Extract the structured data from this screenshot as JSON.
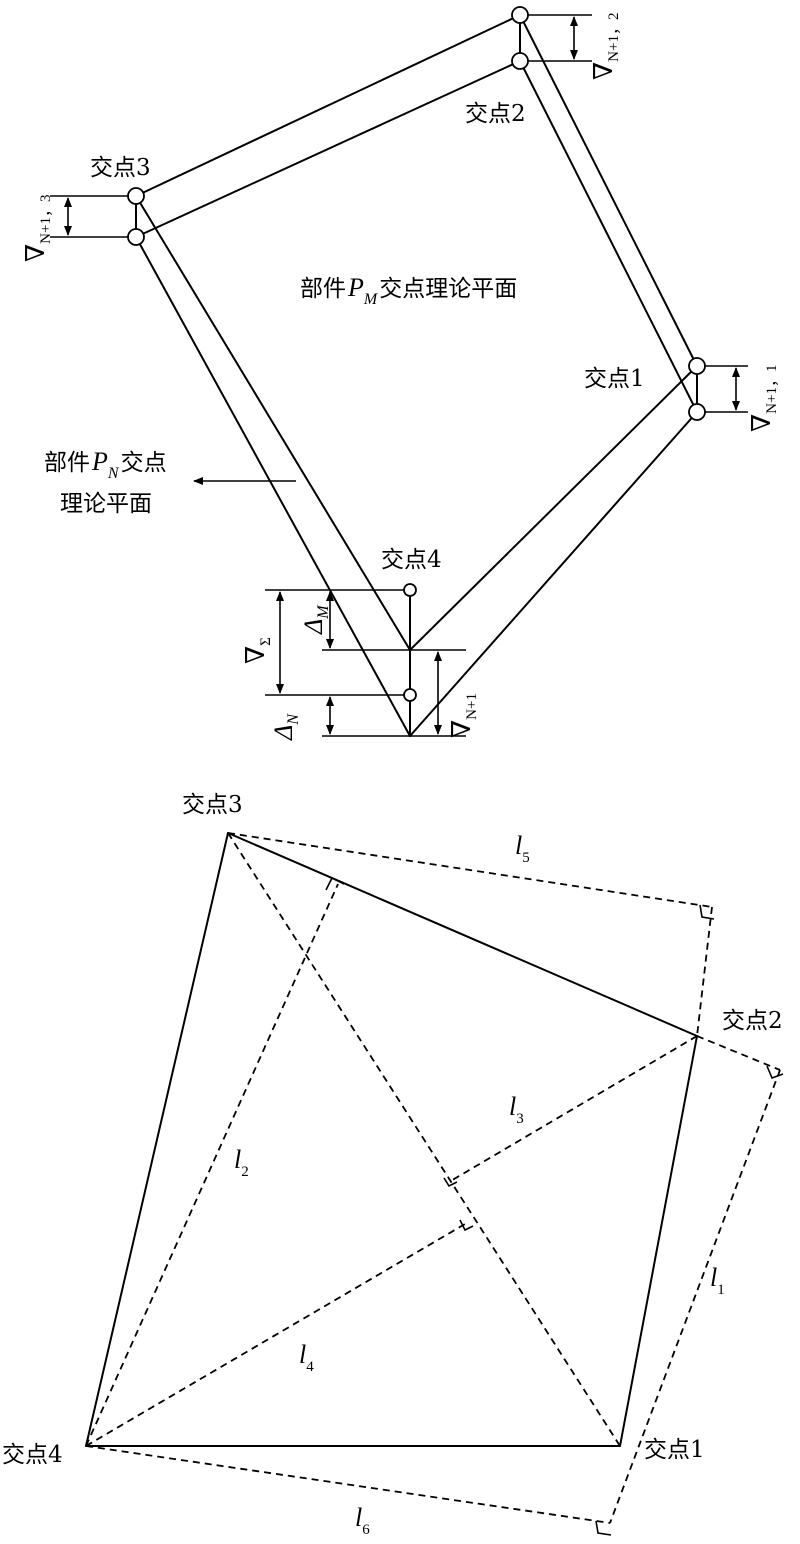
{
  "top_figure": {
    "nodes": {
      "node1": "交点1",
      "node2": "交点2",
      "node3": "交点3",
      "node4": "交点4"
    },
    "plane_M": {
      "prefix": "部件",
      "symbol": "P",
      "subscript": "M",
      "suffix": "交点理论平面"
    },
    "plane_N": {
      "prefix": "部件",
      "symbol": "P",
      "subscript": "N",
      "suffix": "交点",
      "line2": "理论平面"
    },
    "tolerances": {
      "t_n1_1": {
        "symbol": "∇",
        "subscript": "N+1，1"
      },
      "t_n1_2": {
        "symbol": "∇",
        "subscript": "N+1，2"
      },
      "t_n1_3": {
        "symbol": "∇",
        "subscript": "N+1，3"
      },
      "t_sigma": {
        "symbol": "∇",
        "subscript": "Σ"
      },
      "delta_M": {
        "symbol": "Δ",
        "subscript": "M"
      },
      "delta_N": {
        "symbol": "Δ",
        "subscript": "N"
      },
      "t_n1": {
        "symbol": "∇",
        "subscript": "N+1"
      }
    }
  },
  "bottom_figure": {
    "nodes": {
      "node1": "交点1",
      "node2": "交点2",
      "node3": "交点3",
      "node4": "交点4"
    },
    "distances": [
      {
        "symbol": "l",
        "subscript": "1"
      },
      {
        "symbol": "l",
        "subscript": "2"
      },
      {
        "symbol": "l",
        "subscript": "3"
      },
      {
        "symbol": "l",
        "subscript": "4"
      },
      {
        "symbol": "l",
        "subscript": "5"
      },
      {
        "symbol": "l",
        "subscript": "6"
      }
    ]
  }
}
